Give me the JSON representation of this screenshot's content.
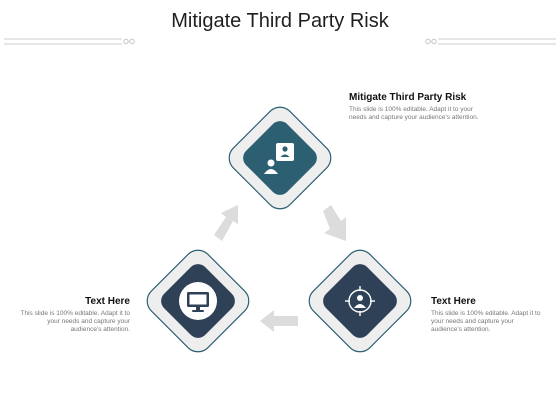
{
  "title": "Mitigate Third Party Risk",
  "colors": {
    "teal": "#2d5f73",
    "navy": "#2f4157",
    "frame_stroke": "#2d5f73",
    "frame_fill": "#eeeeee",
    "arrow": "#dcdcdc",
    "deco_line": "#cfcfcf"
  },
  "nodes": [
    {
      "id": "top",
      "icon": "user-document-icon",
      "heading": "Mitigate Third Party Risk",
      "text": "This slide is 100% editable. Adapt it to your needs and capture your audience's attention."
    },
    {
      "id": "right",
      "icon": "target-user-icon",
      "heading": "Text Here",
      "text": "This slide is 100% editable. Adapt it to your needs and capture your audience's attention."
    },
    {
      "id": "left",
      "icon": "monitor-icon",
      "heading": "Text Here",
      "text": "This slide is 100% editable. Adapt it to your needs and capture your audience's attention."
    }
  ]
}
